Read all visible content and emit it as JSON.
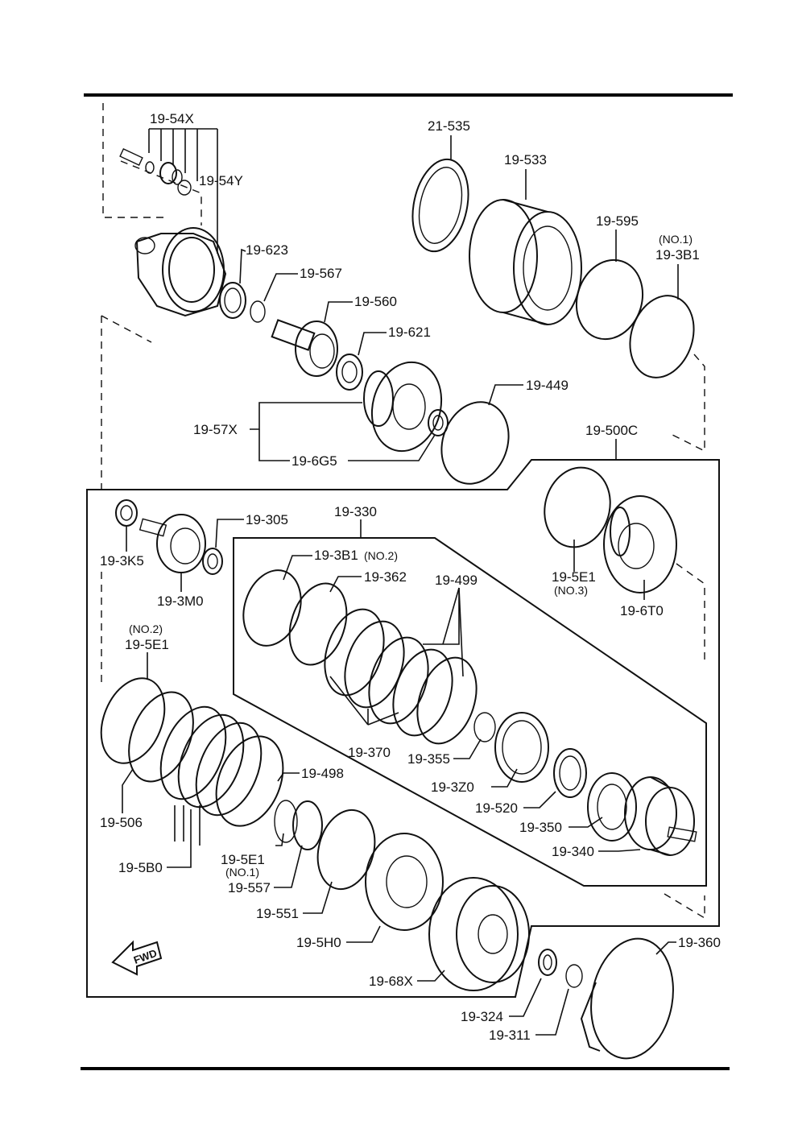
{
  "forward_marker": "FWD",
  "labels": {
    "p19_54x": "19-54X",
    "p19_54y": "19-54Y",
    "p21_535": "21-535",
    "p19_533": "19-533",
    "p19_595": "19-595",
    "p19_3b1_no1_note": "(NO.1)",
    "p19_3b1_no1": "19-3B1",
    "p19_623": "19-623",
    "p19_567": "19-567",
    "p19_560": "19-560",
    "p19_621": "19-621",
    "p19_449": "19-449",
    "p19_57x": "19-57X",
    "p19_6g5": "19-6G5",
    "p19_500c": "19-500C",
    "p19_305": "19-305",
    "p19_330": "19-330",
    "p19_3k5": "19-3K5",
    "p19_3m0": "19-3M0",
    "p19_3b1_no2": "19-3B1",
    "p19_3b1_no2_note": "(NO.2)",
    "p19_362": "19-362",
    "p19_499": "19-499",
    "p19_5e1_no3": "19-5E1",
    "p19_5e1_no3_note": "(NO.3)",
    "p19_6t0": "19-6T0",
    "p19_5e1_no2_note": "(NO.2)",
    "p19_5e1_no2": "19-5E1",
    "p19_370": "19-370",
    "p19_355": "19-355",
    "p19_3z0": "19-3Z0",
    "p19_498": "19-498",
    "p19_520": "19-520",
    "p19_506": "19-506",
    "p19_350": "19-350",
    "p19_340": "19-340",
    "p19_5b0": "19-5B0",
    "p19_5e1_no1": "19-5E1",
    "p19_5e1_no1_note": "(NO.1)",
    "p19_557": "19-557",
    "p19_551": "19-551",
    "p19_5h0": "19-5H0",
    "p19_68x": "19-68X",
    "p19_360": "19-360",
    "p19_324": "19-324",
    "p19_311": "19-311"
  }
}
